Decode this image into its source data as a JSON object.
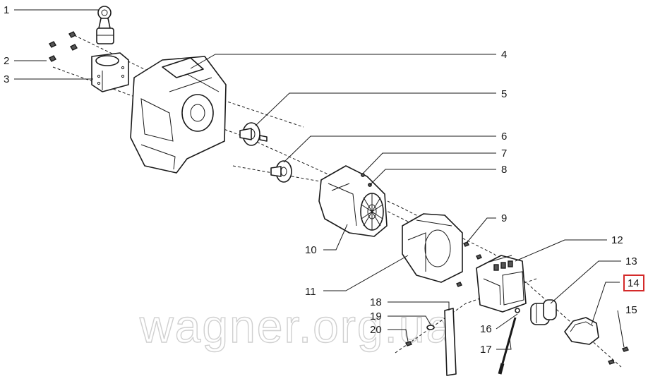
{
  "watermark": "wagner.org.ua",
  "highlight_color": "#d42a2a",
  "callouts": {
    "c1": "1",
    "c2": "2",
    "c3": "3",
    "c4": "4",
    "c5": "5",
    "c6": "6",
    "c7": "7",
    "c8": "8",
    "c9": "9",
    "c10": "10",
    "c11": "11",
    "c12": "12",
    "c13": "13",
    "c14": "14",
    "c15": "15",
    "c16": "16",
    "c17": "17",
    "c18": "18",
    "c19": "19",
    "c20": "20"
  }
}
